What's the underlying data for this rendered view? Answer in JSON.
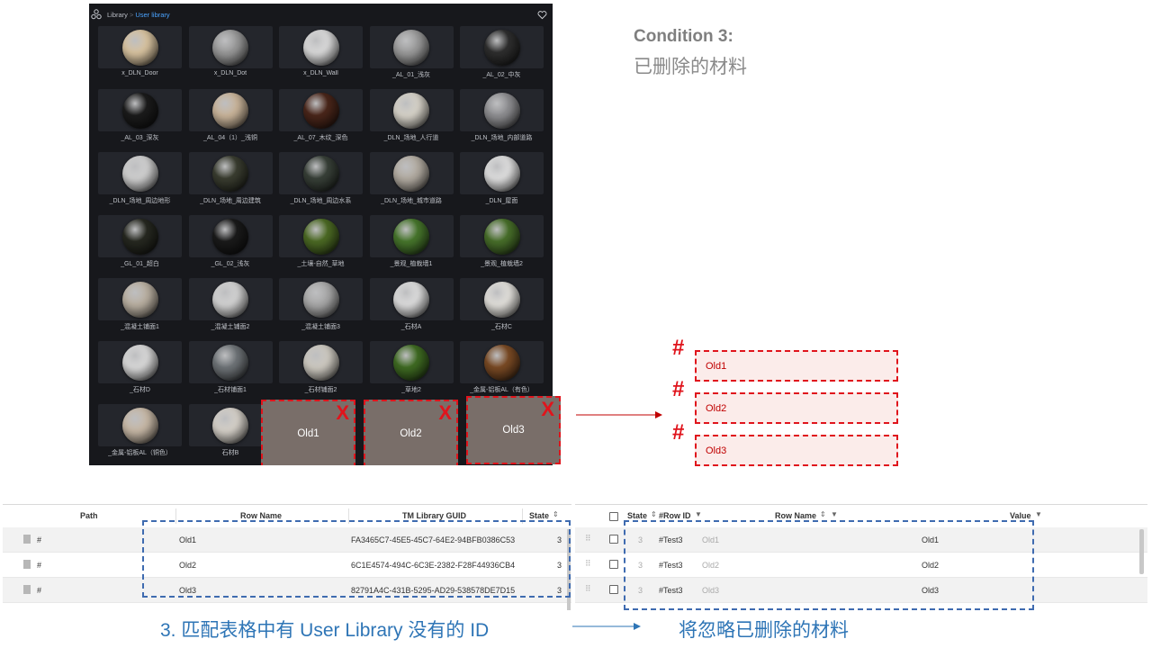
{
  "library": {
    "breadcrumb_root": "Library",
    "breadcrumb_sep": ">",
    "breadcrumb_current": "User library",
    "materials": [
      {
        "label": "x_DLN_Door",
        "color": "#d8c3a0"
      },
      {
        "label": "x_DLN_Dot",
        "color": "#9a9a9a"
      },
      {
        "label": "x_DLN_Wall",
        "color": "#d9d9d9"
      },
      {
        "label": "_AL_01_浅灰",
        "color": "#9c9c9c"
      },
      {
        "label": "_AL_02_中灰",
        "color": "#2e2e2e"
      },
      {
        "label": "_AL_03_深灰",
        "color": "#1b1b1b"
      },
      {
        "label": "_AL_04（1）_浅铜",
        "color": "#c9b49a"
      },
      {
        "label": "_AL_07_木纹_深色",
        "color": "#4a261a"
      },
      {
        "label": "_DLN_场地_人行道",
        "color": "#d6d2c8"
      },
      {
        "label": "_DLN_场地_内部道路",
        "color": "#8f8f92"
      },
      {
        "label": "_DLN_场地_周边地形",
        "color": "#cfcfcf"
      },
      {
        "label": "_DLN_场地_周边建筑",
        "color": "#3a3d30"
      },
      {
        "label": "_DLN_场地_周边水系",
        "color": "#384038"
      },
      {
        "label": "_DLN_场地_城市道路",
        "color": "#b3aca2"
      },
      {
        "label": "_DLN_屋面",
        "color": "#dedede"
      },
      {
        "label": "_GL_01_超白",
        "color": "#262820"
      },
      {
        "label": "_GL_02_浅灰",
        "color": "#1a1a1a"
      },
      {
        "label": "_土壤-自然_草地",
        "color": "#4c6a24"
      },
      {
        "label": "_景观_植栽墙1",
        "color": "#47762c"
      },
      {
        "label": "_景观_植栽墙2",
        "color": "#486f2a"
      },
      {
        "label": "_混凝土铺面1",
        "color": "#bab0a2"
      },
      {
        "label": "_混凝土铺面2",
        "color": "#d2d2d2"
      },
      {
        "label": "_混凝土铺面3",
        "color": "#a9a9a9"
      },
      {
        "label": "_石材A",
        "color": "#dcdcdc"
      },
      {
        "label": "_石材C",
        "color": "#e1dfda"
      },
      {
        "label": "_石材D",
        "color": "#d8d8d8"
      },
      {
        "label": "_石材铺面1",
        "color": "#6f7478"
      },
      {
        "label": "_石材铺面2",
        "color": "#cdc9c0"
      },
      {
        "label": "_草地2",
        "color": "#3f6b22"
      },
      {
        "label": "_金属-铝板AL（有色）",
        "color": "#7a4a24"
      },
      {
        "label": "_金属-铝板AL（铜色）",
        "color": "#c7b8a6"
      },
      {
        "label": "石材B",
        "color": "#d5d0c8"
      }
    ],
    "old_tiles": [
      {
        "label": "Old1",
        "mark": "X"
      },
      {
        "label": "Old2",
        "mark": "X"
      },
      {
        "label": "Old3",
        "mark": "X"
      }
    ]
  },
  "condition": {
    "title": "Condition 3:",
    "subtitle": "已删除的材料"
  },
  "right_boxes": [
    {
      "mark": "#",
      "label": "Old1"
    },
    {
      "mark": "#",
      "label": "Old2"
    },
    {
      "mark": "#",
      "label": "Old3"
    }
  ],
  "left_table": {
    "headers": {
      "path": "Path",
      "row_name": "Row Name",
      "guid": "TM Library GUID",
      "state": "State"
    },
    "rows": [
      {
        "path": "#",
        "row_name": "Old1",
        "guid": "FA3465C7-45E5-45C7-64E2-94BFB0386C53",
        "state": "3"
      },
      {
        "path": "#",
        "row_name": "Old2",
        "guid": "6C1E4574-494C-6C3E-2382-F28F44936CB4",
        "state": "3"
      },
      {
        "path": "#",
        "row_name": "Old3",
        "guid": "82791A4C-431B-5295-AD29-538578DE7D15",
        "state": "3"
      }
    ]
  },
  "right_table": {
    "headers": {
      "state": "State",
      "row_id": "#Row ID",
      "row_name": "Row Name",
      "value": "Value"
    },
    "rows": [
      {
        "state": "3",
        "row_id": "#Test3",
        "row_name": "Old1",
        "value": "Old1"
      },
      {
        "state": "3",
        "row_id": "#Test3",
        "row_name": "Old2",
        "value": "Old2"
      },
      {
        "state": "3",
        "row_id": "#Test3",
        "row_name": "Old3",
        "value": "Old3"
      }
    ]
  },
  "captions": {
    "left": "3. 匹配表格中有 User Library 没有的 ID",
    "right": "将忽略已删除的材料"
  }
}
